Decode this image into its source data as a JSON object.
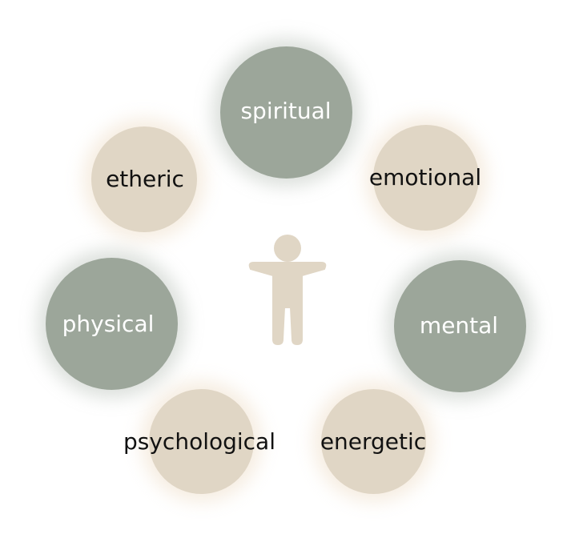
{
  "diagram": {
    "nodes": [
      {
        "id": "spiritual",
        "label": "spiritual",
        "tone": "green"
      },
      {
        "id": "emotional",
        "label": "emotional",
        "tone": "beige"
      },
      {
        "id": "mental",
        "label": "mental",
        "tone": "green"
      },
      {
        "id": "energetic",
        "label": "energetic",
        "tone": "beige"
      },
      {
        "id": "psychological",
        "label": "psychological",
        "tone": "beige"
      },
      {
        "id": "physical",
        "label": "physical",
        "tone": "green"
      },
      {
        "id": "etheric",
        "label": "etheric",
        "tone": "beige"
      }
    ],
    "center_icon": "person-icon",
    "colors": {
      "green": "#9ca69a",
      "beige": "#e0d6c5",
      "icon": "#e0d6c5",
      "label_on_green": "#ffffff",
      "label_on_beige": "#111111"
    }
  }
}
